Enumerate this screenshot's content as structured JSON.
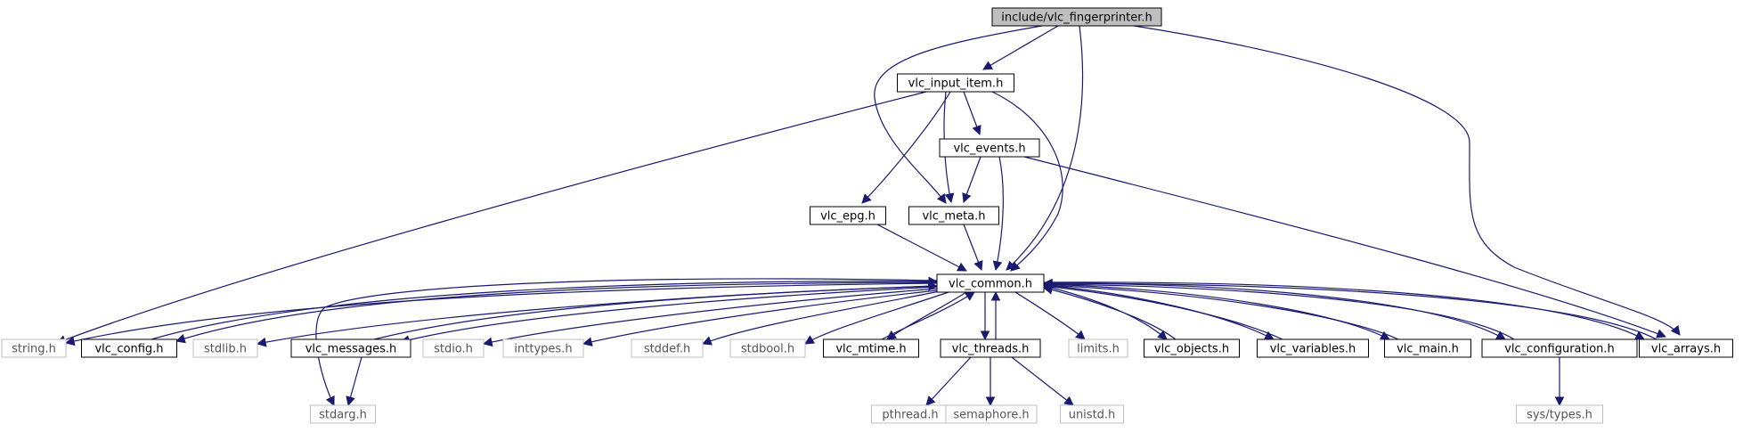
{
  "colors": {
    "edge": "#191970",
    "border_included": "#000000",
    "border_system": "#bfbfbf",
    "fill_root": "#bfbfbf",
    "fill_node": "#ffffff",
    "text_included": "#000000",
    "text_system": "#555555"
  },
  "nodes": [
    {
      "id": "root",
      "label": "include/vlc_fingerprinter.h",
      "kind": "root"
    },
    {
      "id": "vlc_input_item",
      "label": "vlc_input_item.h",
      "kind": "included"
    },
    {
      "id": "vlc_events",
      "label": "vlc_events.h",
      "kind": "included"
    },
    {
      "id": "vlc_epg",
      "label": "vlc_epg.h",
      "kind": "included"
    },
    {
      "id": "vlc_meta",
      "label": "vlc_meta.h",
      "kind": "included"
    },
    {
      "id": "vlc_common",
      "label": "vlc_common.h",
      "kind": "included"
    },
    {
      "id": "string",
      "label": "string.h",
      "kind": "system"
    },
    {
      "id": "vlc_config",
      "label": "vlc_config.h",
      "kind": "included"
    },
    {
      "id": "stdlib",
      "label": "stdlib.h",
      "kind": "system"
    },
    {
      "id": "vlc_messages",
      "label": "vlc_messages.h",
      "kind": "included"
    },
    {
      "id": "stdio",
      "label": "stdio.h",
      "kind": "system"
    },
    {
      "id": "inttypes",
      "label": "inttypes.h",
      "kind": "system"
    },
    {
      "id": "stddef",
      "label": "stddef.h",
      "kind": "system"
    },
    {
      "id": "stdbool",
      "label": "stdbool.h",
      "kind": "system"
    },
    {
      "id": "vlc_mtime",
      "label": "vlc_mtime.h",
      "kind": "included"
    },
    {
      "id": "vlc_threads",
      "label": "vlc_threads.h",
      "kind": "included"
    },
    {
      "id": "limits",
      "label": "limits.h",
      "kind": "system"
    },
    {
      "id": "vlc_objects",
      "label": "vlc_objects.h",
      "kind": "included"
    },
    {
      "id": "vlc_variables",
      "label": "vlc_variables.h",
      "kind": "included"
    },
    {
      "id": "vlc_main",
      "label": "vlc_main.h",
      "kind": "included"
    },
    {
      "id": "vlc_configuration",
      "label": "vlc_configuration.h",
      "kind": "included"
    },
    {
      "id": "vlc_arrays",
      "label": "vlc_arrays.h",
      "kind": "included"
    },
    {
      "id": "stdarg",
      "label": "stdarg.h",
      "kind": "system"
    },
    {
      "id": "pthread",
      "label": "pthread.h",
      "kind": "system"
    },
    {
      "id": "semaphore",
      "label": "semaphore.h",
      "kind": "system"
    },
    {
      "id": "unistd",
      "label": "unistd.h",
      "kind": "system"
    },
    {
      "id": "sys_types",
      "label": "sys/types.h",
      "kind": "system"
    }
  ],
  "edges": [
    {
      "from": "root",
      "to": "vlc_input_item"
    },
    {
      "from": "root",
      "to": "vlc_meta"
    },
    {
      "from": "root",
      "to": "vlc_common"
    },
    {
      "from": "root",
      "to": "vlc_arrays"
    },
    {
      "from": "vlc_input_item",
      "to": "string"
    },
    {
      "from": "vlc_input_item",
      "to": "vlc_epg"
    },
    {
      "from": "vlc_input_item",
      "to": "vlc_meta"
    },
    {
      "from": "vlc_input_item",
      "to": "vlc_events"
    },
    {
      "from": "vlc_input_item",
      "to": "vlc_common"
    },
    {
      "from": "vlc_events",
      "to": "vlc_meta"
    },
    {
      "from": "vlc_events",
      "to": "vlc_common"
    },
    {
      "from": "vlc_events",
      "to": "vlc_arrays"
    },
    {
      "from": "vlc_epg",
      "to": "vlc_common"
    },
    {
      "from": "vlc_meta",
      "to": "vlc_common"
    },
    {
      "from": "vlc_common",
      "to": "string"
    },
    {
      "from": "vlc_common",
      "to": "vlc_config"
    },
    {
      "from": "vlc_common",
      "to": "stdlib"
    },
    {
      "from": "vlc_common",
      "to": "vlc_messages"
    },
    {
      "from": "vlc_common",
      "to": "stdio"
    },
    {
      "from": "vlc_common",
      "to": "inttypes"
    },
    {
      "from": "vlc_common",
      "to": "stddef"
    },
    {
      "from": "vlc_common",
      "to": "stdbool"
    },
    {
      "from": "vlc_common",
      "to": "vlc_mtime"
    },
    {
      "from": "vlc_common",
      "to": "vlc_threads"
    },
    {
      "from": "vlc_common",
      "to": "limits"
    },
    {
      "from": "vlc_common",
      "to": "vlc_objects"
    },
    {
      "from": "vlc_common",
      "to": "vlc_variables"
    },
    {
      "from": "vlc_common",
      "to": "vlc_main"
    },
    {
      "from": "vlc_common",
      "to": "vlc_configuration"
    },
    {
      "from": "vlc_common",
      "to": "vlc_arrays"
    },
    {
      "from": "vlc_common",
      "to": "stdarg"
    },
    {
      "from": "vlc_config",
      "to": "vlc_common"
    },
    {
      "from": "vlc_messages",
      "to": "vlc_common"
    },
    {
      "from": "vlc_messages",
      "to": "stdarg"
    },
    {
      "from": "vlc_mtime",
      "to": "vlc_common"
    },
    {
      "from": "vlc_threads",
      "to": "vlc_common"
    },
    {
      "from": "vlc_threads",
      "to": "pthread"
    },
    {
      "from": "vlc_threads",
      "to": "semaphore"
    },
    {
      "from": "vlc_threads",
      "to": "unistd"
    },
    {
      "from": "vlc_objects",
      "to": "vlc_common"
    },
    {
      "from": "vlc_variables",
      "to": "vlc_common"
    },
    {
      "from": "vlc_main",
      "to": "vlc_common"
    },
    {
      "from": "vlc_configuration",
      "to": "vlc_common"
    },
    {
      "from": "vlc_configuration",
      "to": "sys_types"
    },
    {
      "from": "vlc_arrays",
      "to": "vlc_common"
    }
  ]
}
